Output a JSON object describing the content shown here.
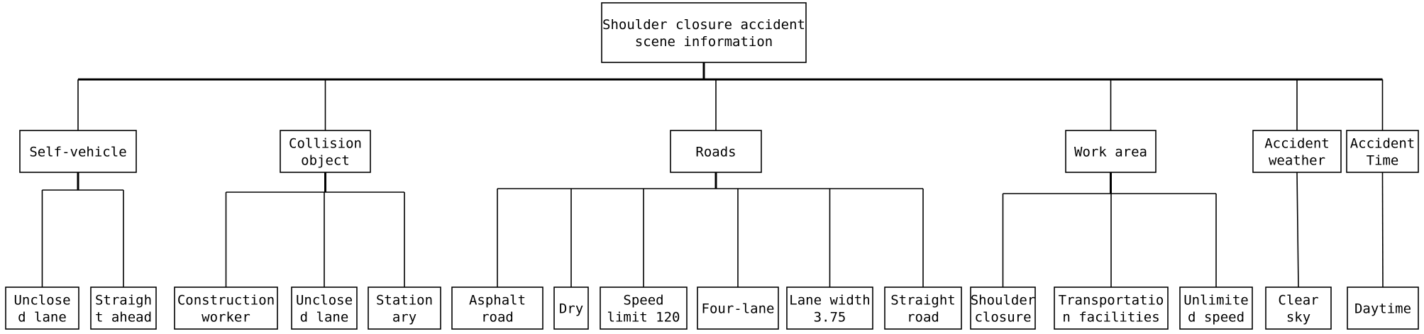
{
  "root": {
    "lines": [
      "Shoulder closure accident",
      "scene information"
    ]
  },
  "categories": [
    {
      "id": "self-vehicle",
      "lines": [
        "Self-vehicle"
      ],
      "children": [
        {
          "id": "unclosed-lane",
          "lines": [
            "Unclose",
            "d lane"
          ]
        },
        {
          "id": "straight-ahead",
          "lines": [
            "Straigh",
            "t ahead"
          ]
        }
      ]
    },
    {
      "id": "collision-object",
      "lines": [
        "Collision",
        "object"
      ],
      "children": [
        {
          "id": "construction-worker",
          "lines": [
            "Construction",
            "worker"
          ]
        },
        {
          "id": "unclosed-lane-2",
          "lines": [
            "Unclose",
            "d lane"
          ]
        },
        {
          "id": "stationary",
          "lines": [
            "Station",
            "ary"
          ]
        }
      ]
    },
    {
      "id": "roads",
      "lines": [
        "Roads"
      ],
      "children": [
        {
          "id": "asphalt-road",
          "lines": [
            "Asphalt",
            "road"
          ]
        },
        {
          "id": "dry",
          "lines": [
            "Dry"
          ]
        },
        {
          "id": "speed-limit",
          "lines": [
            "Speed",
            "limit 120"
          ]
        },
        {
          "id": "four-lane",
          "lines": [
            "Four-lane"
          ]
        },
        {
          "id": "lane-width",
          "lines": [
            "Lane width",
            "3.75"
          ]
        },
        {
          "id": "straight-road",
          "lines": [
            "Straight",
            "road"
          ]
        }
      ]
    },
    {
      "id": "work-area",
      "lines": [
        "Work area"
      ],
      "children": [
        {
          "id": "shoulder-closure",
          "lines": [
            "Shoulder",
            "closure"
          ]
        },
        {
          "id": "transportation-facilities",
          "lines": [
            "Transportatio",
            "n facilities"
          ]
        },
        {
          "id": "unlimited-speed",
          "lines": [
            "Unlimite",
            "d speed"
          ]
        }
      ]
    },
    {
      "id": "accident-weather",
      "lines": [
        "Accident",
        "weather"
      ],
      "children": [
        {
          "id": "clear-sky",
          "lines": [
            "Clear",
            "sky"
          ]
        }
      ]
    },
    {
      "id": "accident-time",
      "lines": [
        "Accident",
        "Time"
      ],
      "children": [
        {
          "id": "daytime",
          "lines": [
            "Daytime"
          ]
        }
      ]
    }
  ]
}
